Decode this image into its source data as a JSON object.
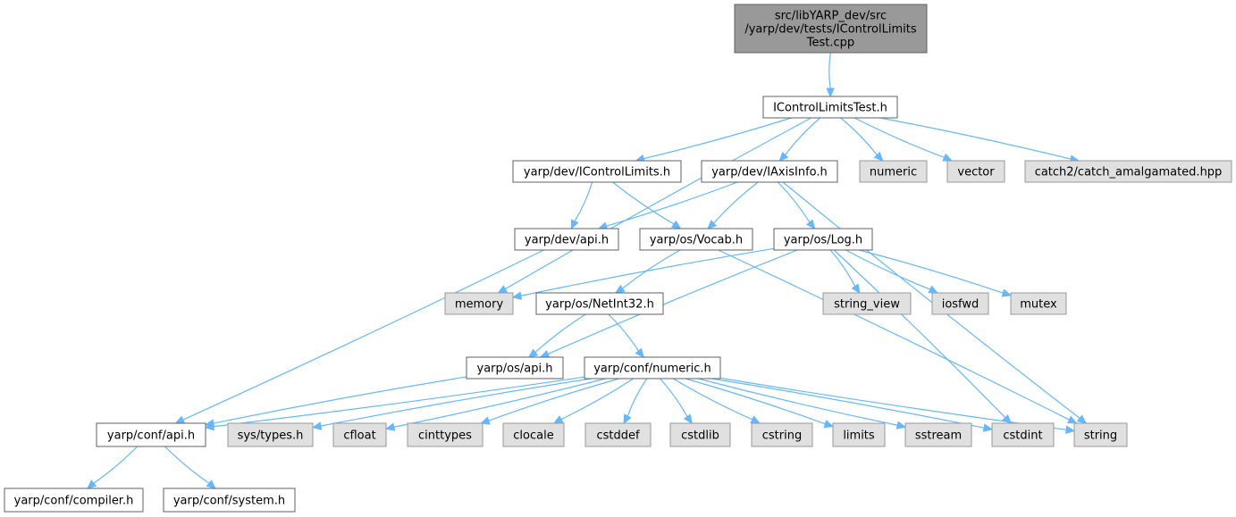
{
  "colors": {
    "edge": "#63b8ff",
    "root_fill": "#999999",
    "file_fill": "#ffffff",
    "system_fill": "#e0e0e0",
    "file_border": "#606060",
    "system_border": "#999999"
  },
  "nodes": [
    {
      "id": "root",
      "kind": "root",
      "lines": [
        "src/libYARP_dev/src",
        "/yarp/dev/tests/IControlLimits",
        "Test.cpp"
      ]
    },
    {
      "id": "test_h",
      "kind": "file",
      "lines": [
        "IControlLimitsTest.h"
      ]
    },
    {
      "id": "icontrollimits",
      "kind": "file",
      "lines": [
        "yarp/dev/IControlLimits.h"
      ]
    },
    {
      "id": "iaxisinfo",
      "kind": "file",
      "lines": [
        "yarp/dev/IAxisInfo.h"
      ]
    },
    {
      "id": "numeric",
      "kind": "system",
      "lines": [
        "numeric"
      ]
    },
    {
      "id": "vector",
      "kind": "system",
      "lines": [
        "vector"
      ]
    },
    {
      "id": "catch2",
      "kind": "system",
      "lines": [
        "catch2/catch_amalgamated.hpp"
      ]
    },
    {
      "id": "dev_api",
      "kind": "file",
      "lines": [
        "yarp/dev/api.h"
      ]
    },
    {
      "id": "vocab",
      "kind": "file",
      "lines": [
        "yarp/os/Vocab.h"
      ]
    },
    {
      "id": "log",
      "kind": "file",
      "lines": [
        "yarp/os/Log.h"
      ]
    },
    {
      "id": "memory",
      "kind": "system",
      "lines": [
        "memory"
      ]
    },
    {
      "id": "netint32",
      "kind": "file",
      "lines": [
        "yarp/os/NetInt32.h"
      ]
    },
    {
      "id": "string_view",
      "kind": "system",
      "lines": [
        "string_view"
      ]
    },
    {
      "id": "iosfwd",
      "kind": "system",
      "lines": [
        "iosfwd"
      ]
    },
    {
      "id": "mutex",
      "kind": "system",
      "lines": [
        "mutex"
      ]
    },
    {
      "id": "os_api",
      "kind": "file",
      "lines": [
        "yarp/os/api.h"
      ]
    },
    {
      "id": "conf_numeric",
      "kind": "file",
      "lines": [
        "yarp/conf/numeric.h"
      ]
    },
    {
      "id": "conf_api",
      "kind": "file",
      "lines": [
        "yarp/conf/api.h"
      ]
    },
    {
      "id": "sys_types",
      "kind": "system",
      "lines": [
        "sys/types.h"
      ]
    },
    {
      "id": "cfloat",
      "kind": "system",
      "lines": [
        "cfloat"
      ]
    },
    {
      "id": "cinttypes",
      "kind": "system",
      "lines": [
        "cinttypes"
      ]
    },
    {
      "id": "clocale",
      "kind": "system",
      "lines": [
        "clocale"
      ]
    },
    {
      "id": "cstddef",
      "kind": "system",
      "lines": [
        "cstddef"
      ]
    },
    {
      "id": "cstdlib",
      "kind": "system",
      "lines": [
        "cstdlib"
      ]
    },
    {
      "id": "cstring",
      "kind": "system",
      "lines": [
        "cstring"
      ]
    },
    {
      "id": "limits",
      "kind": "system",
      "lines": [
        "limits"
      ]
    },
    {
      "id": "sstream",
      "kind": "system",
      "lines": [
        "sstream"
      ]
    },
    {
      "id": "cstdint",
      "kind": "system",
      "lines": [
        "cstdint"
      ]
    },
    {
      "id": "string",
      "kind": "system",
      "lines": [
        "string"
      ]
    },
    {
      "id": "compiler",
      "kind": "file",
      "lines": [
        "yarp/conf/compiler.h"
      ]
    },
    {
      "id": "system",
      "kind": "file",
      "lines": [
        "yarp/conf/system.h"
      ]
    }
  ],
  "edges": [
    [
      "root",
      "test_h"
    ],
    [
      "test_h",
      "icontrollimits"
    ],
    [
      "test_h",
      "iaxisinfo"
    ],
    [
      "test_h",
      "numeric"
    ],
    [
      "test_h",
      "vector"
    ],
    [
      "test_h",
      "catch2"
    ],
    [
      "test_h",
      "memory"
    ],
    [
      "icontrollimits",
      "dev_api"
    ],
    [
      "icontrollimits",
      "vocab"
    ],
    [
      "iaxisinfo",
      "dev_api"
    ],
    [
      "iaxisinfo",
      "vocab"
    ],
    [
      "iaxisinfo",
      "log"
    ],
    [
      "iaxisinfo",
      "string"
    ],
    [
      "dev_api",
      "conf_api"
    ],
    [
      "vocab",
      "netint32"
    ],
    [
      "vocab",
      "string"
    ],
    [
      "log",
      "memory"
    ],
    [
      "log",
      "string_view"
    ],
    [
      "log",
      "iosfwd"
    ],
    [
      "log",
      "mutex"
    ],
    [
      "log",
      "os_api"
    ],
    [
      "log",
      "cstdint"
    ],
    [
      "netint32",
      "os_api"
    ],
    [
      "netint32",
      "conf_numeric"
    ],
    [
      "os_api",
      "conf_api"
    ],
    [
      "conf_numeric",
      "conf_api"
    ],
    [
      "conf_numeric",
      "sys_types"
    ],
    [
      "conf_numeric",
      "cfloat"
    ],
    [
      "conf_numeric",
      "cinttypes"
    ],
    [
      "conf_numeric",
      "clocale"
    ],
    [
      "conf_numeric",
      "cstddef"
    ],
    [
      "conf_numeric",
      "cstdlib"
    ],
    [
      "conf_numeric",
      "cstring"
    ],
    [
      "conf_numeric",
      "limits"
    ],
    [
      "conf_numeric",
      "sstream"
    ],
    [
      "conf_numeric",
      "cstdint"
    ],
    [
      "conf_numeric",
      "string"
    ],
    [
      "conf_api",
      "compiler"
    ],
    [
      "conf_api",
      "system"
    ]
  ]
}
